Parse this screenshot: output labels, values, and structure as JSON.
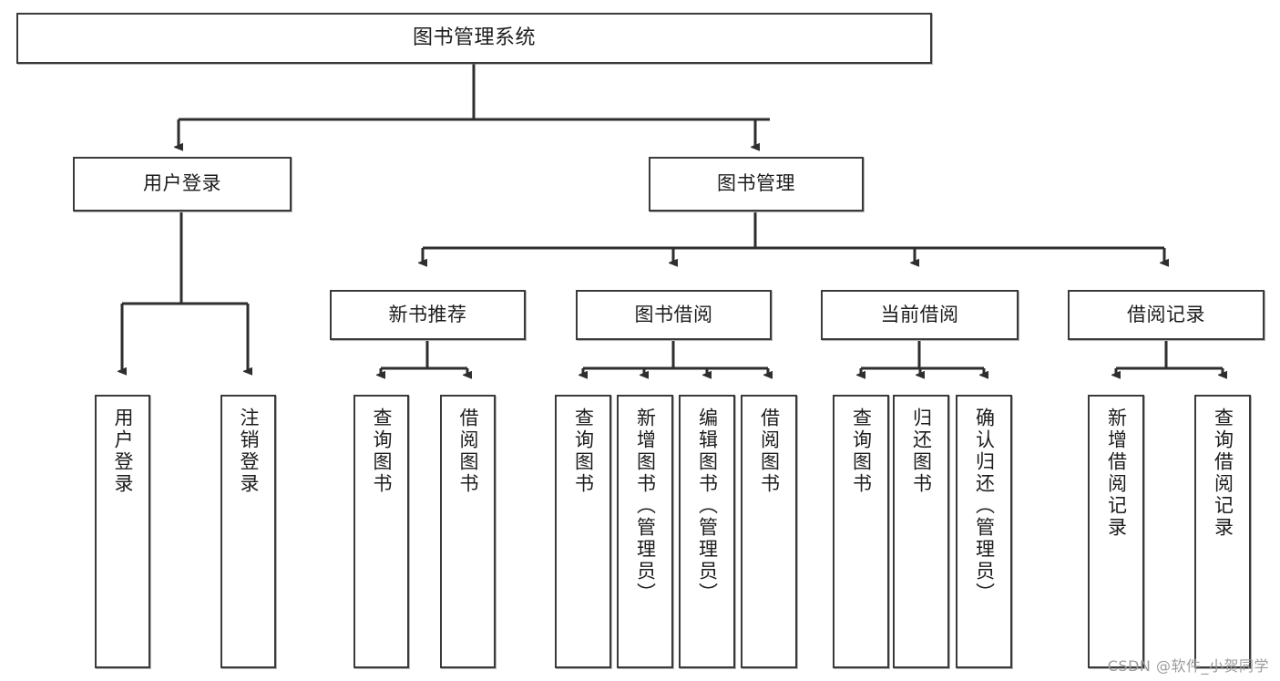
{
  "diagram": {
    "title": "图书管理系统",
    "type": "tree",
    "watermark": "CSDN @软件_小贺同学",
    "colors": {
      "box_border": "#3a3a3a",
      "box_fill": "#ffffff",
      "edge": "#2e2e2e",
      "text": "#1c1c1c",
      "watermark": "#9b9b9b",
      "background": "#ffffff"
    },
    "nodes": {
      "root": {
        "label": "图书管理系统",
        "orientation": "horizontal",
        "level": 0
      },
      "user_login": {
        "label": "用户登录",
        "orientation": "horizontal",
        "level": 1
      },
      "book_mgmt": {
        "label": "图书管理",
        "orientation": "horizontal",
        "level": 1
      },
      "new_book_rec": {
        "label": "新书推荐",
        "orientation": "horizontal",
        "level": 2
      },
      "book_borrow": {
        "label": "图书借阅",
        "orientation": "horizontal",
        "level": 2
      },
      "current_borrow": {
        "label": "当前借阅",
        "orientation": "horizontal",
        "level": 2
      },
      "borrow_record": {
        "label": "借阅记录",
        "orientation": "horizontal",
        "level": 2
      },
      "leaf_user_login": {
        "label": "用户登录",
        "orientation": "vertical",
        "level": 2
      },
      "leaf_logout": {
        "label": "注销登录",
        "orientation": "vertical",
        "level": 2
      },
      "leaf_query_book_rec": {
        "label": "查询图书",
        "orientation": "vertical",
        "level": 3
      },
      "leaf_borrow_book_rec": {
        "label": "借阅图书",
        "orientation": "vertical",
        "level": 3
      },
      "leaf_query_book_bw": {
        "label": "查询图书",
        "orientation": "vertical",
        "level": 3
      },
      "leaf_add_book": {
        "label": "新增图书（管理员）",
        "orientation": "vertical",
        "level": 3
      },
      "leaf_edit_book": {
        "label": "编辑图书（管理员）",
        "orientation": "vertical",
        "level": 3
      },
      "leaf_borrow_book_bw": {
        "label": "借阅图书",
        "orientation": "vertical",
        "level": 3
      },
      "leaf_query_book_cb": {
        "label": "查询图书",
        "orientation": "vertical",
        "level": 3
      },
      "leaf_return_book": {
        "label": "归还图书",
        "orientation": "vertical",
        "level": 3
      },
      "leaf_confirm_return": {
        "label": "确认归还（管理员）",
        "orientation": "vertical",
        "level": 3
      },
      "leaf_add_record": {
        "label": "新增借阅记录",
        "orientation": "vertical",
        "level": 3
      },
      "leaf_query_record": {
        "label": "查询借阅记录",
        "orientation": "vertical",
        "level": 3
      }
    },
    "edges": [
      {
        "from": "root",
        "to": "user_login"
      },
      {
        "from": "root",
        "to": "book_mgmt"
      },
      {
        "from": "user_login",
        "to": "leaf_user_login"
      },
      {
        "from": "user_login",
        "to": "leaf_logout"
      },
      {
        "from": "book_mgmt",
        "to": "new_book_rec"
      },
      {
        "from": "book_mgmt",
        "to": "book_borrow"
      },
      {
        "from": "book_mgmt",
        "to": "current_borrow"
      },
      {
        "from": "book_mgmt",
        "to": "borrow_record"
      },
      {
        "from": "new_book_rec",
        "to": "leaf_query_book_rec"
      },
      {
        "from": "new_book_rec",
        "to": "leaf_borrow_book_rec"
      },
      {
        "from": "book_borrow",
        "to": "leaf_query_book_bw"
      },
      {
        "from": "book_borrow",
        "to": "leaf_add_book"
      },
      {
        "from": "book_borrow",
        "to": "leaf_edit_book"
      },
      {
        "from": "book_borrow",
        "to": "leaf_borrow_book_bw"
      },
      {
        "from": "current_borrow",
        "to": "leaf_query_book_cb"
      },
      {
        "from": "current_borrow",
        "to": "leaf_return_book"
      },
      {
        "from": "current_borrow",
        "to": "leaf_confirm_return"
      },
      {
        "from": "borrow_record",
        "to": "leaf_add_record"
      },
      {
        "from": "borrow_record",
        "to": "leaf_query_record"
      }
    ]
  }
}
